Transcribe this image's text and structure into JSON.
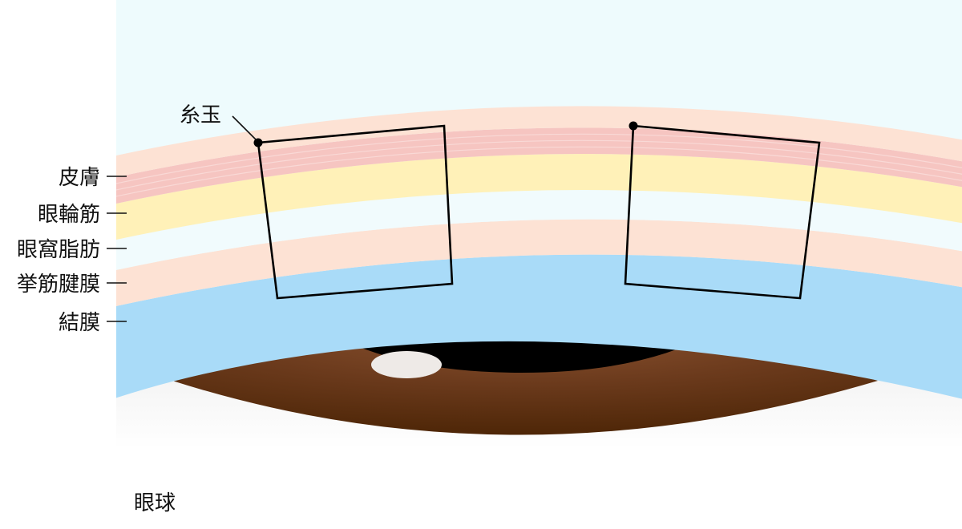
{
  "labels": {
    "itodama": "糸玉",
    "skin": "皮膚",
    "orbicularis": "眼輪筋",
    "orbital_fat": "眼窩脂肪",
    "levator_aponeurosis": "挙筋腱膜",
    "conjunctiva": "結膜",
    "eyeball": "眼球"
  },
  "colors": {
    "background_tint": "#eefbfd",
    "skin": "#fde2d4",
    "muscle": "#f6c5c1",
    "fat": "#fff1b8",
    "aponeurosis": "#fde2d4",
    "conjunctiva_blue": "#a9dbf8",
    "iris_light": "#7a4424",
    "iris_dark": "#4e2607",
    "pupil": "#000000",
    "highlight": "#eeeae7",
    "stitch": "#000000"
  }
}
